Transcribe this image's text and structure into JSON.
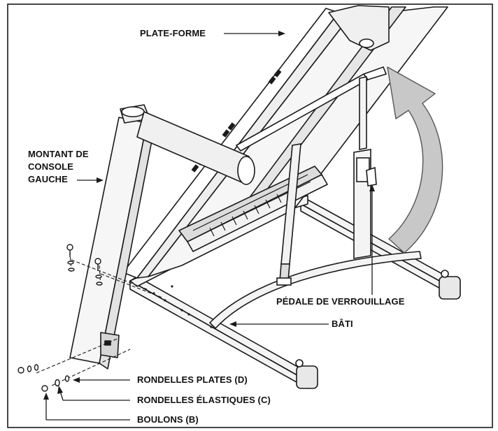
{
  "colors": {
    "line": "#1a1a1a",
    "frame": "#1a1a1a",
    "arrow_fill": "#c8c8c8",
    "arrow_stroke": "#555555",
    "part_fill": "#f2f2f2",
    "part_dark": "#444444",
    "background": "#ffffff"
  },
  "labels": {
    "platform": "PLATE-FORME",
    "console_upright_line1": "MONTANT DE",
    "console_upright_line2": "CONSOLE",
    "console_upright_line3": "GAUCHE",
    "lock_pedal": "PÉDALE DE VERROUILLAGE",
    "frame_base": "BÂTI",
    "flat_washers": "RONDELLES PLATES (D)",
    "lock_washers": "RONDELLES ÉLASTIQUES (C)",
    "bolts": "BOULONS (B)"
  },
  "icons": {
    "fold_arrow": "curved-arrow-icon",
    "bolt": "bolt-icon",
    "washer": "washer-icon"
  }
}
